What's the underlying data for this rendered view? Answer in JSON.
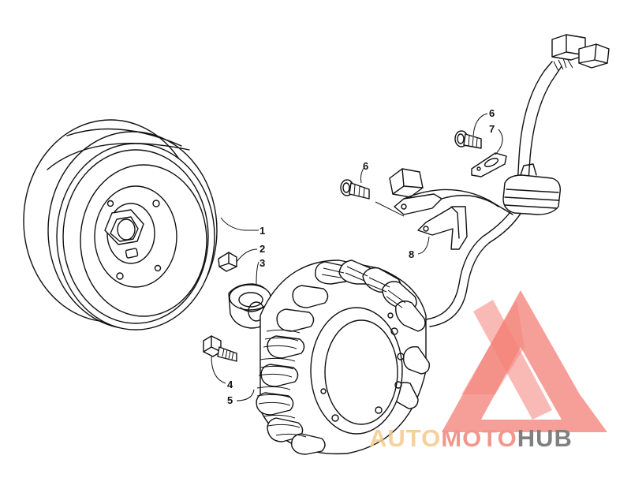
{
  "callouts": {
    "c1": "1",
    "c2": "2",
    "c3": "3",
    "c4": "4",
    "c5": "5",
    "c6a": "6",
    "c6b": "6",
    "c7": "7",
    "c8": "8"
  },
  "watermark": {
    "word_1": "AUTO",
    "word_2": "MOTO",
    "word_3": "HUB",
    "color_1": "#f5c98a",
    "color_2": "#f0867a",
    "color_3": "#6b6b6b",
    "logo_color": "#f26a5f"
  }
}
